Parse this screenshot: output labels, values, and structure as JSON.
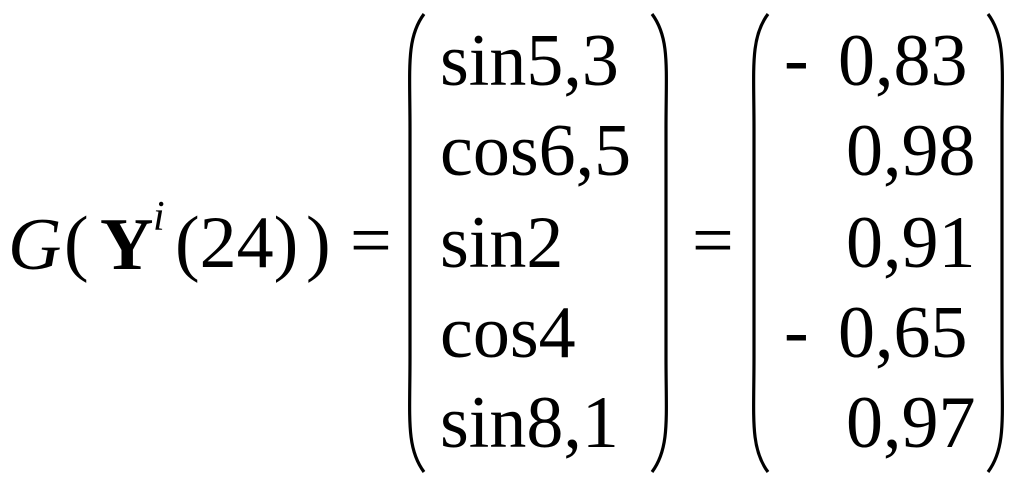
{
  "equation": {
    "lhs": {
      "function": "G",
      "open_paren": "(",
      "variable": "Y",
      "superscript": "i",
      "argument": "(24)",
      "close_paren": ")"
    },
    "equals": "=",
    "input_vector": [
      "sin5,3",
      "cos6,5",
      "sin2",
      "cos4",
      "sin8,1"
    ],
    "result_vector": [
      {
        "sign": "-",
        "value": "0,83"
      },
      {
        "sign": "",
        "value": "0,98"
      },
      {
        "sign": "",
        "value": "0,91"
      },
      {
        "sign": "-",
        "value": "0,65"
      },
      {
        "sign": "",
        "value": "0,97"
      }
    ]
  }
}
